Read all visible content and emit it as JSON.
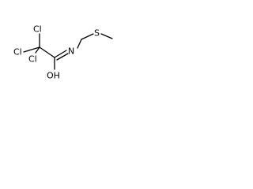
{
  "atoms": {
    "cl_top": "Cl",
    "cl_left": "Cl",
    "cl_bottom": "Cl",
    "nitrogen": "N",
    "sulfur": "S",
    "hydroxyl": "OH"
  },
  "colors": {
    "bond": "#000000",
    "label": "#000000",
    "background": "#ffffff"
  }
}
